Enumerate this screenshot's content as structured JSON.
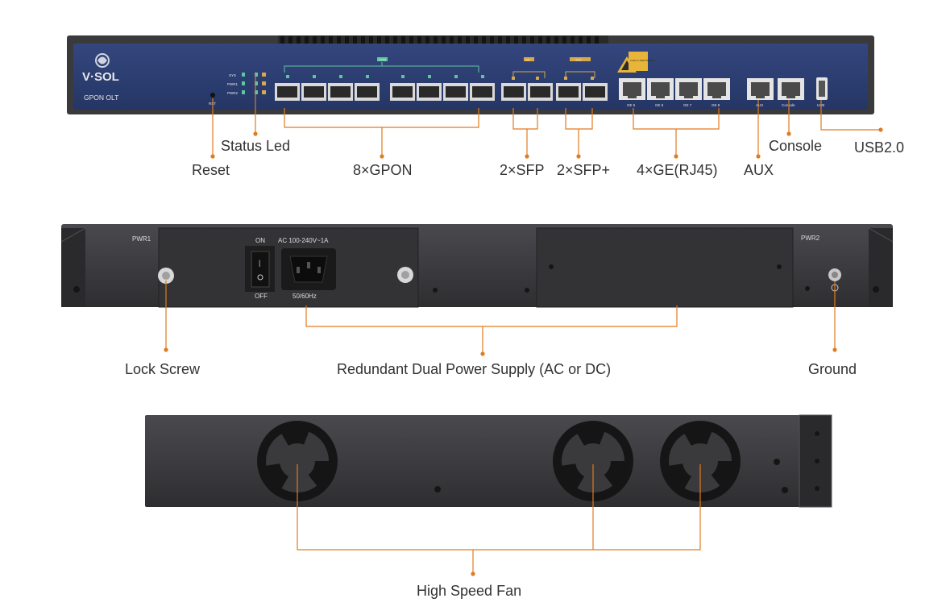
{
  "front_panel": {
    "brand": "V·SOL",
    "model": "GPON OLT",
    "leds": [
      "SYS",
      "PWR1",
      "PWR2"
    ],
    "reset_small": "RST",
    "gpon_group_label": "PON",
    "sfp_group_label": "GE",
    "sfpplus_group_label": "10G",
    "ge_port_labels": [
      "GE 5",
      "GE 6",
      "GE 7",
      "GE 8"
    ],
    "aux_small": "AUX",
    "console_small": "Console",
    "usb_small": "USB",
    "warning_tag": "CLASS 1 LASER PRODUCT"
  },
  "rear_panel": {
    "pwr1": "PWR1",
    "pwr2": "PWR2",
    "switch_on": "ON",
    "switch_off": "OFF",
    "ac_rating": "AC 100-240V~1A",
    "frequency": "50/60Hz"
  },
  "callouts": {
    "status_led": "Status Led",
    "reset": "Reset",
    "gpon": "8×GPON",
    "sfp": "2×SFP",
    "sfp_plus": "2×SFP+",
    "ge": "4×GE(RJ45)",
    "aux": "AUX",
    "console": "Console",
    "usb": "USB2.0",
    "lock_screw": "Lock Screw",
    "power_supply": "Redundant Dual Power Supply (AC or DC)",
    "ground": "Ground",
    "fan": "High Speed Fan"
  },
  "colors": {
    "accent": "#e07b1f",
    "front_panel": "#2c3e72",
    "chassis": "#3a3a3d",
    "label_text": "#333333"
  }
}
